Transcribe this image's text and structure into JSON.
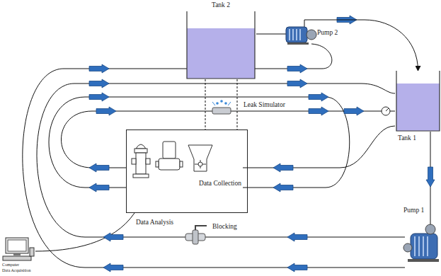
{
  "diagram": {
    "nodes": [
      {
        "text": [
          "Tank 2"
        ]
      },
      {
        "text": [
          "Tank 1"
        ]
      },
      {
        "text": [
          "Data Collection"
        ]
      }
    ],
    "edges": [
      {
        "from": 0,
        "to": 1,
        "arrow": "to"
      },
      {
        "from": 0,
        "to": 2,
        "arrow": "none"
      }
    ],
    "labels": [
      "Pump 2",
      "Leak Simulator",
      "Blocking",
      "Pump 1",
      "Data Analysis",
      "Computer",
      "Data Acquisition"
    ]
  }
}
